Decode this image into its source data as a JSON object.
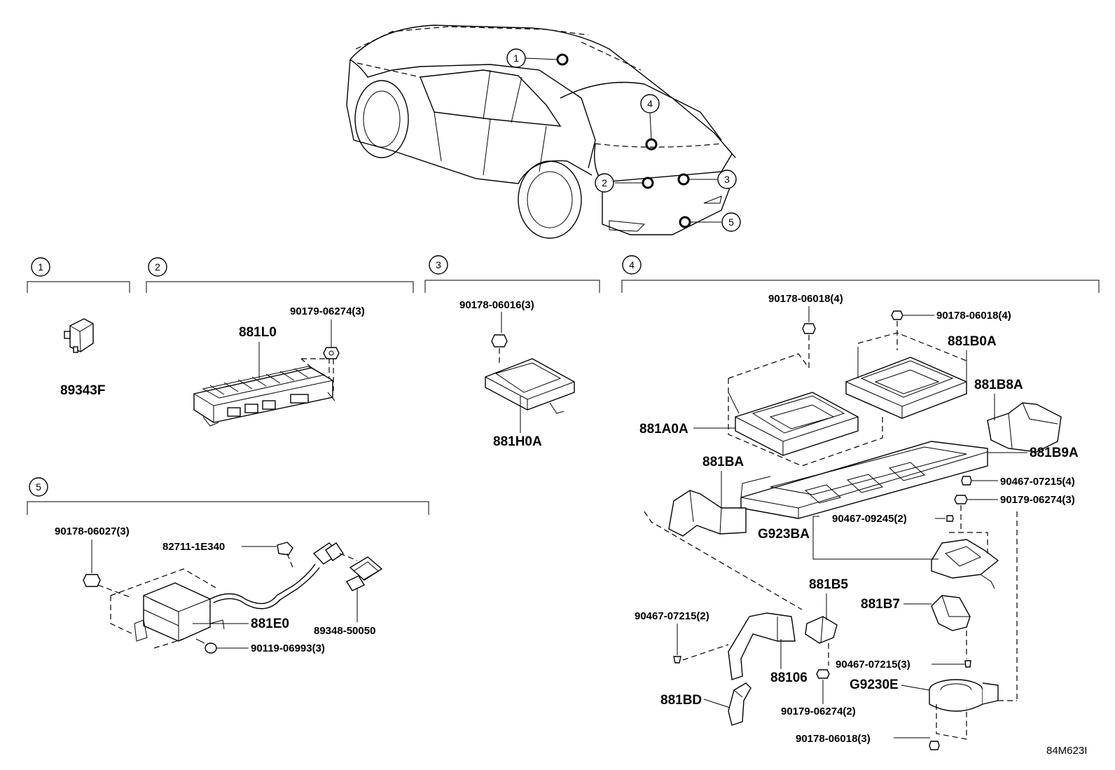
{
  "sections": [
    {
      "num": "1"
    },
    {
      "num": "2"
    },
    {
      "num": "3"
    },
    {
      "num": "4"
    },
    {
      "num": "5"
    }
  ],
  "car_callouts": [
    "1",
    "4",
    "2",
    "3",
    "5"
  ],
  "parts": {
    "s1": [
      "89343F"
    ],
    "s2": [
      "881L0",
      "90179-06274(3)"
    ],
    "s3": [
      "90178-06016(3)",
      "881H0A"
    ],
    "s4": [
      "90178-06018(4)",
      "90178-06018(4)",
      "881B0A",
      "881B8A",
      "881A0A",
      "881B9A",
      "881BA",
      "90467-07215(4)",
      "90179-06274(3)",
      "90467-09245(2)",
      "G923BA",
      "881B5",
      "881B7",
      "90467-07215(2)",
      "90467-07215(3)",
      "88106",
      "G9230E",
      "881BD",
      "90179-06274(2)",
      "90178-06018(3)"
    ],
    "s5": [
      "90178-06027(3)",
      "82711-1E340",
      "881E0",
      "89348-50050",
      "90119-06993(3)"
    ]
  },
  "diagram_code": "84M623I"
}
